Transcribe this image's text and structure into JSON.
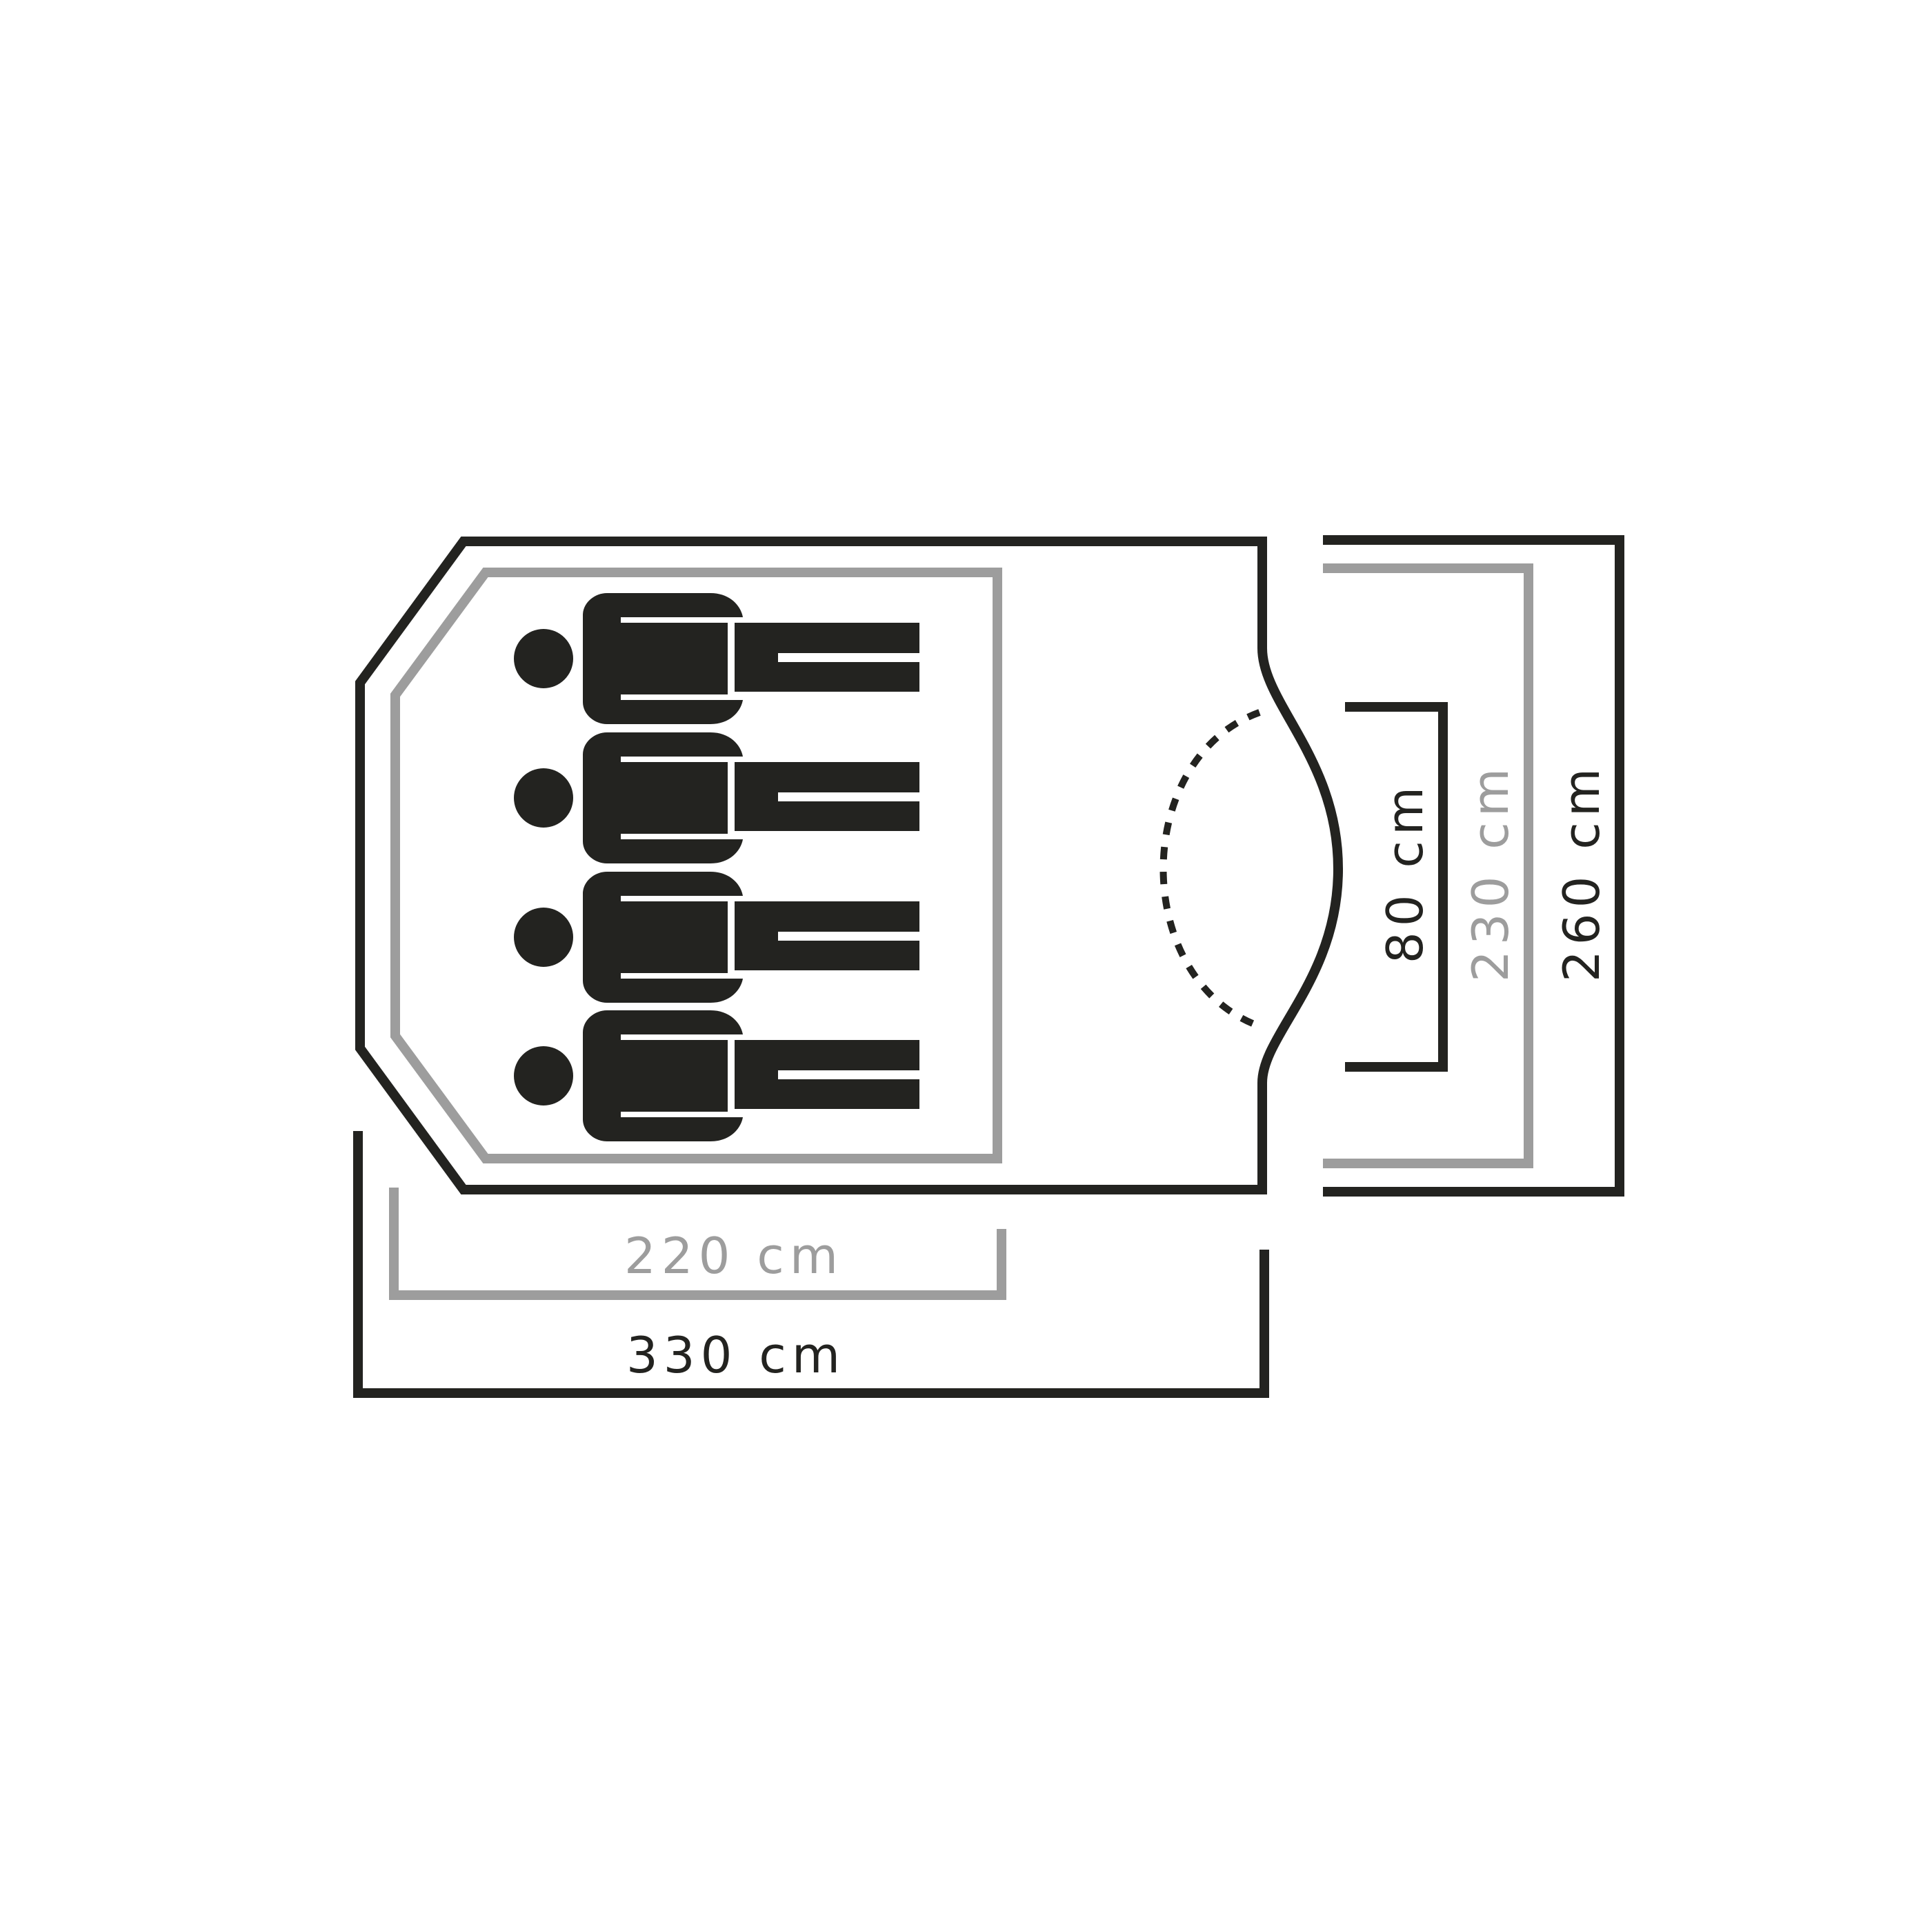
{
  "colors": {
    "dark": "#232320",
    "grey": "#9d9d9d",
    "background": "#ffffff"
  },
  "dimensions": {
    "inner_width": "220 cm",
    "outer_width": "330 cm",
    "door_height": "80 cm",
    "inner_height": "230 cm",
    "outer_height": "260 cm"
  },
  "sleeping_places": 4,
  "icons": [
    "tent-floor-outline",
    "inner-tent-outline",
    "person-sleeping-icon",
    "door-arc-icon"
  ]
}
